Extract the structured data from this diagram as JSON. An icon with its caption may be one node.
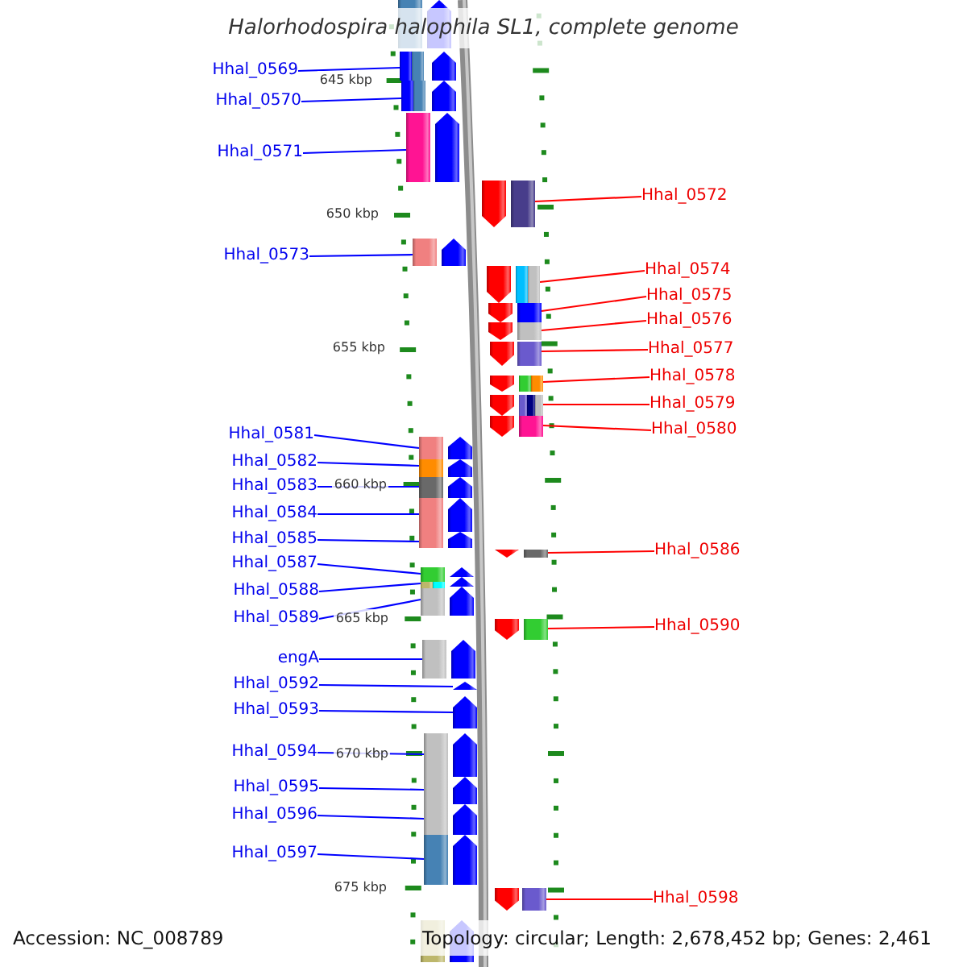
{
  "diagram": {
    "title": "Halorhodospira halophila SL1, complete genome",
    "nodes": [
      {
        "text": [],
        "shape": "arrow"
      },
      {
        "text": [
          "Hhal_0569"
        ]
      },
      {
        "text": [],
        "shape": "arrow"
      },
      {
        "text": [
          "Hhal_0570"
        ]
      },
      {
        "text": [],
        "shape": "arrow"
      },
      {
        "text": [
          "Hhal_0571"
        ]
      },
      {
        "text": [],
        "shape": "arrow"
      },
      {
        "text": [
          "Hhal_0572"
        ]
      },
      {
        "text": [],
        "shape": "arrow"
      },
      {
        "text": [
          "Hhal_0573"
        ]
      },
      {
        "text": [],
        "shape": "arrow"
      },
      {
        "text": [
          "Hhal_0574"
        ]
      },
      {
        "text": [],
        "shape": "arrow"
      },
      {
        "text": [
          "Hhal_0575"
        ]
      },
      {
        "text": [],
        "shape": "arrow"
      },
      {
        "text": [
          "Hhal_0576"
        ]
      },
      {
        "text": [],
        "shape": "arrow"
      },
      {
        "text": [
          "Hhal_0577"
        ]
      },
      {
        "text": [],
        "shape": "arrow"
      },
      {
        "text": [
          "Hhal_0578"
        ]
      },
      {
        "text": [],
        "shape": "arrow"
      },
      {
        "text": [
          "Hhal_0579"
        ]
      },
      {
        "text": [],
        "shape": "arrow"
      },
      {
        "text": [
          "Hhal_0580"
        ]
      },
      {
        "text": [],
        "shape": "arrow"
      },
      {
        "text": [
          "Hhal_0581"
        ]
      },
      {
        "text": [],
        "shape": "arrow"
      },
      {
        "text": [
          "Hhal_0582"
        ]
      },
      {
        "text": [],
        "shape": "arrow"
      },
      {
        "text": [
          "Hhal_0583"
        ]
      },
      {
        "text": [],
        "shape": "arrow"
      },
      {
        "text": [
          "Hhal_0584"
        ]
      },
      {
        "text": [],
        "shape": "arrow"
      },
      {
        "text": [
          "Hhal_0585"
        ]
      },
      {
        "text": [],
        "shape": "arrow"
      },
      {
        "text": [
          "Hhal_0586"
        ]
      },
      {
        "text": [],
        "shape": "arrow"
      },
      {
        "text": [
          "Hhal_0587"
        ]
      },
      {
        "text": [],
        "shape": "arrow"
      },
      {
        "text": [
          "Hhal_0588"
        ]
      },
      {
        "text": [],
        "shape": "arrow"
      },
      {
        "text": [
          "Hhal_0589"
        ]
      },
      {
        "text": [],
        "shape": "arrow"
      },
      {
        "text": [
          "Hhal_0590"
        ]
      },
      {
        "text": [],
        "shape": "arrow"
      },
      {
        "text": [
          "engA"
        ]
      },
      {
        "text": [],
        "shape": "arrow"
      },
      {
        "text": [
          "Hhal_0592"
        ]
      },
      {
        "text": [],
        "shape": "arrow"
      },
      {
        "text": [
          "Hhal_0593"
        ]
      },
      {
        "text": [],
        "shape": "arrow"
      },
      {
        "text": [
          "Hhal_0594"
        ]
      },
      {
        "text": [],
        "shape": "arrow"
      },
      {
        "text": [
          "Hhal_0595"
        ]
      },
      {
        "text": [],
        "shape": "arrow"
      },
      {
        "text": [
          "Hhal_0596"
        ]
      },
      {
        "text": [],
        "shape": "arrow"
      },
      {
        "text": [
          "Hhal_0597"
        ]
      },
      {
        "text": [],
        "shape": "arrow"
      },
      {
        "text": [
          "Hhal_0598"
        ]
      },
      {
        "text": [],
        "shape": "arrow"
      },
      {
        "text": [],
        "shape": "arrow"
      }
    ],
    "edges": [
      {
        "from": 1,
        "to": 2,
        "arrow": "none"
      },
      {
        "from": 3,
        "to": 4,
        "arrow": "none"
      },
      {
        "from": 5,
        "to": 6,
        "arrow": "none"
      },
      {
        "from": 7,
        "to": 8,
        "arrow": "none",
        "color": "#ff0000"
      },
      {
        "from": 9,
        "to": 10,
        "arrow": "none"
      },
      {
        "from": 11,
        "to": 12,
        "arrow": "none",
        "color": "#ff0000"
      },
      {
        "from": 13,
        "to": 14,
        "arrow": "none",
        "color": "#ff0000"
      },
      {
        "from": 15,
        "to": 16,
        "arrow": "none",
        "color": "#ff0000"
      },
      {
        "from": 17,
        "to": 18,
        "arrow": "none",
        "color": "#ff0000"
      },
      {
        "from": 19,
        "to": 20,
        "arrow": "none",
        "color": "#ff0000"
      },
      {
        "from": 21,
        "to": 22,
        "arrow": "none",
        "color": "#ff0000"
      },
      {
        "from": 23,
        "to": 24,
        "arrow": "none",
        "color": "#ff0000"
      },
      {
        "from": 25,
        "to": 26,
        "arrow": "none"
      },
      {
        "from": 27,
        "to": 28,
        "arrow": "none"
      },
      {
        "from": 29,
        "to": 30,
        "arrow": "none"
      },
      {
        "from": 31,
        "to": 32,
        "arrow": "none"
      },
      {
        "from": 33,
        "to": 34,
        "arrow": "none"
      },
      {
        "from": 35,
        "to": 36,
        "arrow": "none",
        "color": "#ff0000"
      },
      {
        "from": 37,
        "to": 38,
        "arrow": "none"
      },
      {
        "from": 39,
        "to": 40,
        "arrow": "none"
      },
      {
        "from": 41,
        "to": 42,
        "arrow": "none"
      },
      {
        "from": 43,
        "to": 44,
        "arrow": "none",
        "color": "#ff0000"
      },
      {
        "from": 45,
        "to": 46,
        "arrow": "none"
      },
      {
        "from": 47,
        "to": 48,
        "arrow": "none"
      },
      {
        "from": 49,
        "to": 50,
        "arrow": "none"
      },
      {
        "from": 51,
        "to": 52,
        "arrow": "none"
      },
      {
        "from": 53,
        "to": 54,
        "arrow": "none"
      },
      {
        "from": 55,
        "to": 56,
        "arrow": "none"
      },
      {
        "from": 57,
        "to": 58,
        "arrow": "none"
      },
      {
        "from": 59,
        "to": 60,
        "arrow": "none",
        "color": "#ff0000"
      }
    ],
    "labels": [
      "645 kbp",
      "650 kbp",
      "655 kbp",
      "660 kbp",
      "665 kbp",
      "670 kbp",
      "675 kbp",
      "Accession: NC_008789",
      "Topology: circular; Length: 2,678,452 bp; Genes: 2,461"
    ]
  }
}
